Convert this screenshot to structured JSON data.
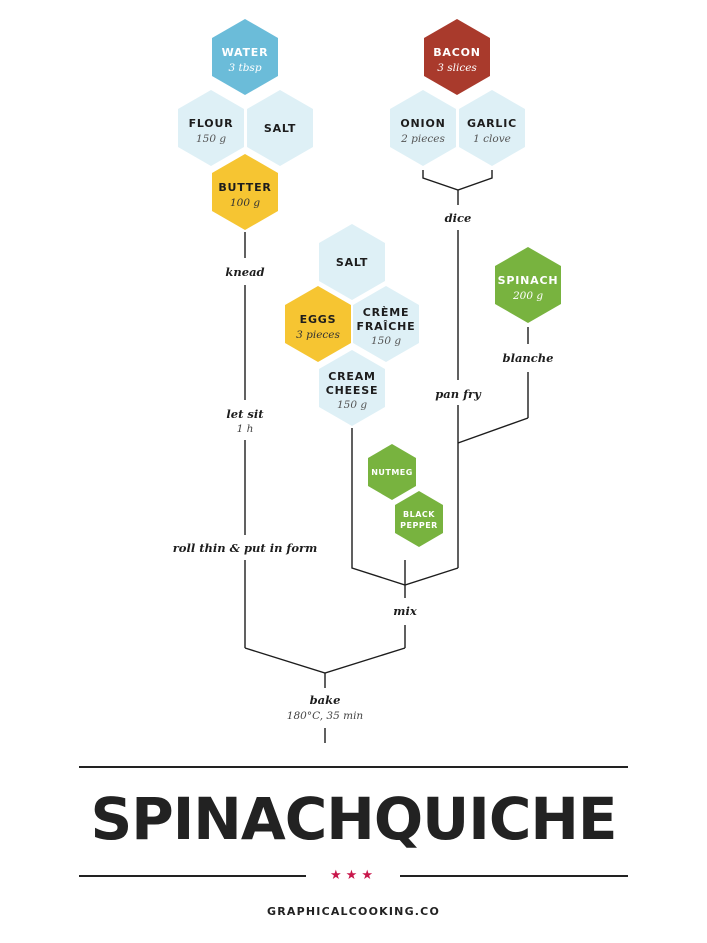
{
  "title": "SPINACHQUICHE",
  "website": "GRAPHICALCOOKING.CO",
  "stars": "★★★",
  "colors": {
    "water": "#6bbcd9",
    "light": "#def0f6",
    "yellow": "#f6c532",
    "bacon": "#a93a2c",
    "green": "#78b33f",
    "line": "#1d1d1d",
    "star": "#c8174b",
    "text_dark": "#1d1d1d",
    "text_white": "#ffffff"
  },
  "ingredients": {
    "water": {
      "name": "WATER",
      "qty": "3 tbsp"
    },
    "flour": {
      "name": "FLOUR",
      "qty": "150 g"
    },
    "salt_dough": {
      "name": "SALT",
      "qty": ""
    },
    "butter": {
      "name": "BUTTER",
      "qty": "100 g"
    },
    "bacon": {
      "name": "BACON",
      "qty": "3 slices"
    },
    "onion": {
      "name": "ONION",
      "qty": "2 pieces"
    },
    "garlic": {
      "name": "GARLIC",
      "qty": "1 clove"
    },
    "salt_filling": {
      "name": "SALT",
      "qty": ""
    },
    "eggs": {
      "name": "EGGS",
      "qty": "3 pieces"
    },
    "creme_fraiche": {
      "name_line1": "CRÈME",
      "name_line2": "FRAÎCHE",
      "qty": "150 g"
    },
    "cream_cheese": {
      "name_line1": "CREAM",
      "name_line2": "CHEESE",
      "qty": "150 g"
    },
    "spinach": {
      "name": "SPINACH",
      "qty": "200 g"
    },
    "nutmeg": {
      "name": "NUTMEG"
    },
    "black_pepper": {
      "name_line1": "BLACK",
      "name_line2": "PEPPER"
    }
  },
  "steps": {
    "knead": {
      "label": "knead"
    },
    "dice": {
      "label": "dice"
    },
    "blanche": {
      "label": "blanche"
    },
    "let_sit": {
      "label": "let sit",
      "detail": "1 h"
    },
    "pan_fry": {
      "label": "pan fry"
    },
    "roll": {
      "label": "roll thin & put in form"
    },
    "mix": {
      "label": "mix"
    },
    "bake": {
      "label": "bake",
      "detail": "180°C, 35 min"
    }
  }
}
